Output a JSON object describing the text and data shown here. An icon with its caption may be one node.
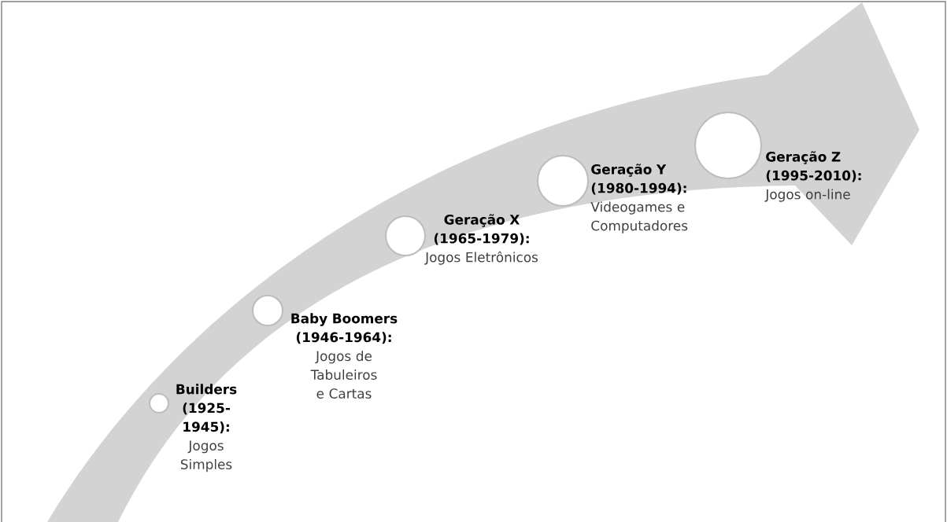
{
  "diagram": {
    "nodes": [
      {
        "text": [],
        "shape": "circle",
        "beside": [
          "Builders (1925-1945):",
          "Jogos Simples"
        ]
      },
      {
        "text": [],
        "shape": "circle",
        "beside": [
          "Baby Boomers (1946-1964):",
          "Jogos de Tabuleiros e Cartas"
        ]
      },
      {
        "text": [],
        "shape": "circle",
        "beside": [
          "Geração X (1965-1979):",
          "Jogos Eletrônicos"
        ]
      },
      {
        "text": [],
        "shape": "circle",
        "beside": [
          "Geração Y (1980-1994):",
          "Videogames e Computadores"
        ]
      },
      {
        "text": [],
        "shape": "circle",
        "beside": [
          "Geração Z (1995-2010):",
          "Jogos on-line"
        ]
      }
    ]
  }
}
